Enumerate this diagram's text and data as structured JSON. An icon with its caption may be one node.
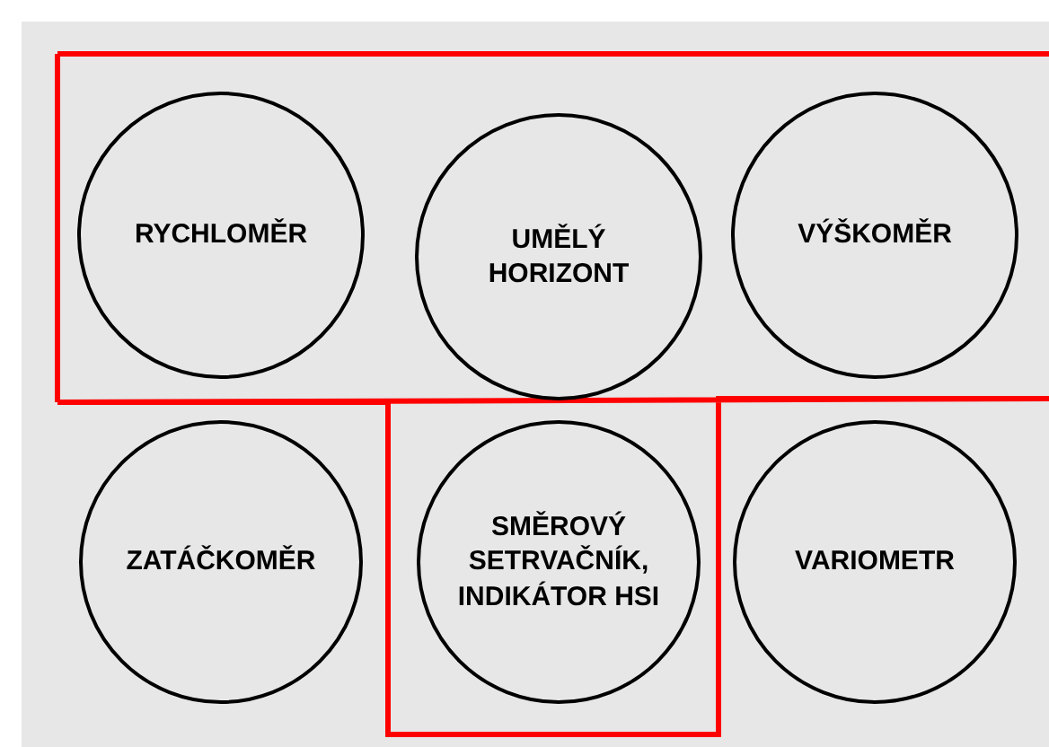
{
  "diagram": {
    "nodes": [
      {
        "text": [
          "RYCHLOMĚR"
        ]
      },
      {
        "text": [
          "UMĚLÝ HORIZONT"
        ]
      },
      {
        "text": [
          "VÝŠKOMĚR"
        ]
      },
      {
        "text": [
          "ZATÁČKOMĚR"
        ]
      },
      {
        "text": [
          "SMĚROVÝ SETRVAČNÍK, INDIKÁTOR HSI"
        ]
      },
      {
        "text": [
          "VARIOMETR"
        ]
      }
    ]
  }
}
